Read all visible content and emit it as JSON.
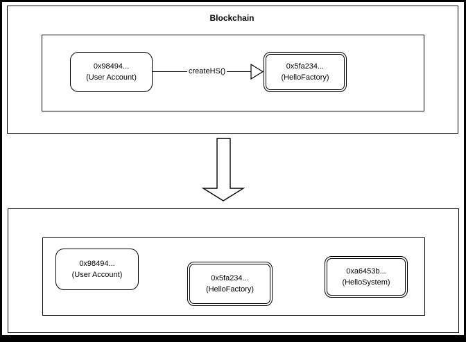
{
  "diagram": {
    "top_panel": {
      "title": "Blockchain",
      "user_box": {
        "line1": "0x98494...",
        "line2": "(User Account)"
      },
      "factory_box": {
        "line1": "0x5fa234...",
        "line2": "(HelloFactory)"
      },
      "connector_label": "createHS()"
    },
    "bottom_panel": {
      "user_box": {
        "line1": "0x98494...",
        "line2": "(User Account)"
      },
      "factory_box": {
        "line1": "0x5fa234...",
        "line2": "(HelloFactory)"
      },
      "system_box": {
        "line1": "0xa6453b...",
        "line2": "(HelloSystem)"
      }
    },
    "colors": {
      "stroke": "#000000",
      "background": "#ffffff",
      "frame": "#000000"
    }
  }
}
